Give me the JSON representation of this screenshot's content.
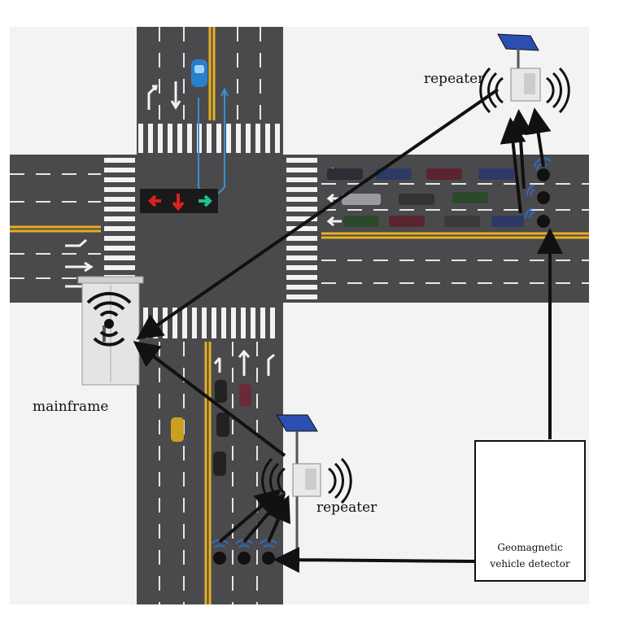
{
  "labels": {
    "repeater_top": "repeater",
    "repeater_bottom": "repeater",
    "mainframe": "mainframe",
    "detector_line1": "Geomagnetic",
    "detector_line2": "vehicle detector"
  },
  "colors": {
    "road": "#4a4a4c",
    "lane_line": "#f2f2f2",
    "center_line": "#e8b020",
    "background": "#f4f4f4",
    "arrow": "#111111",
    "signal_red": "#e02020",
    "signal_green": "#20c090",
    "signal_housing": "#1a1a1a"
  },
  "icons": [
    "solar-panel-icon",
    "wireless-signal-icon",
    "traffic-signal-icon",
    "cabinet-icon",
    "car-icon",
    "sensor-puck-icon"
  ]
}
